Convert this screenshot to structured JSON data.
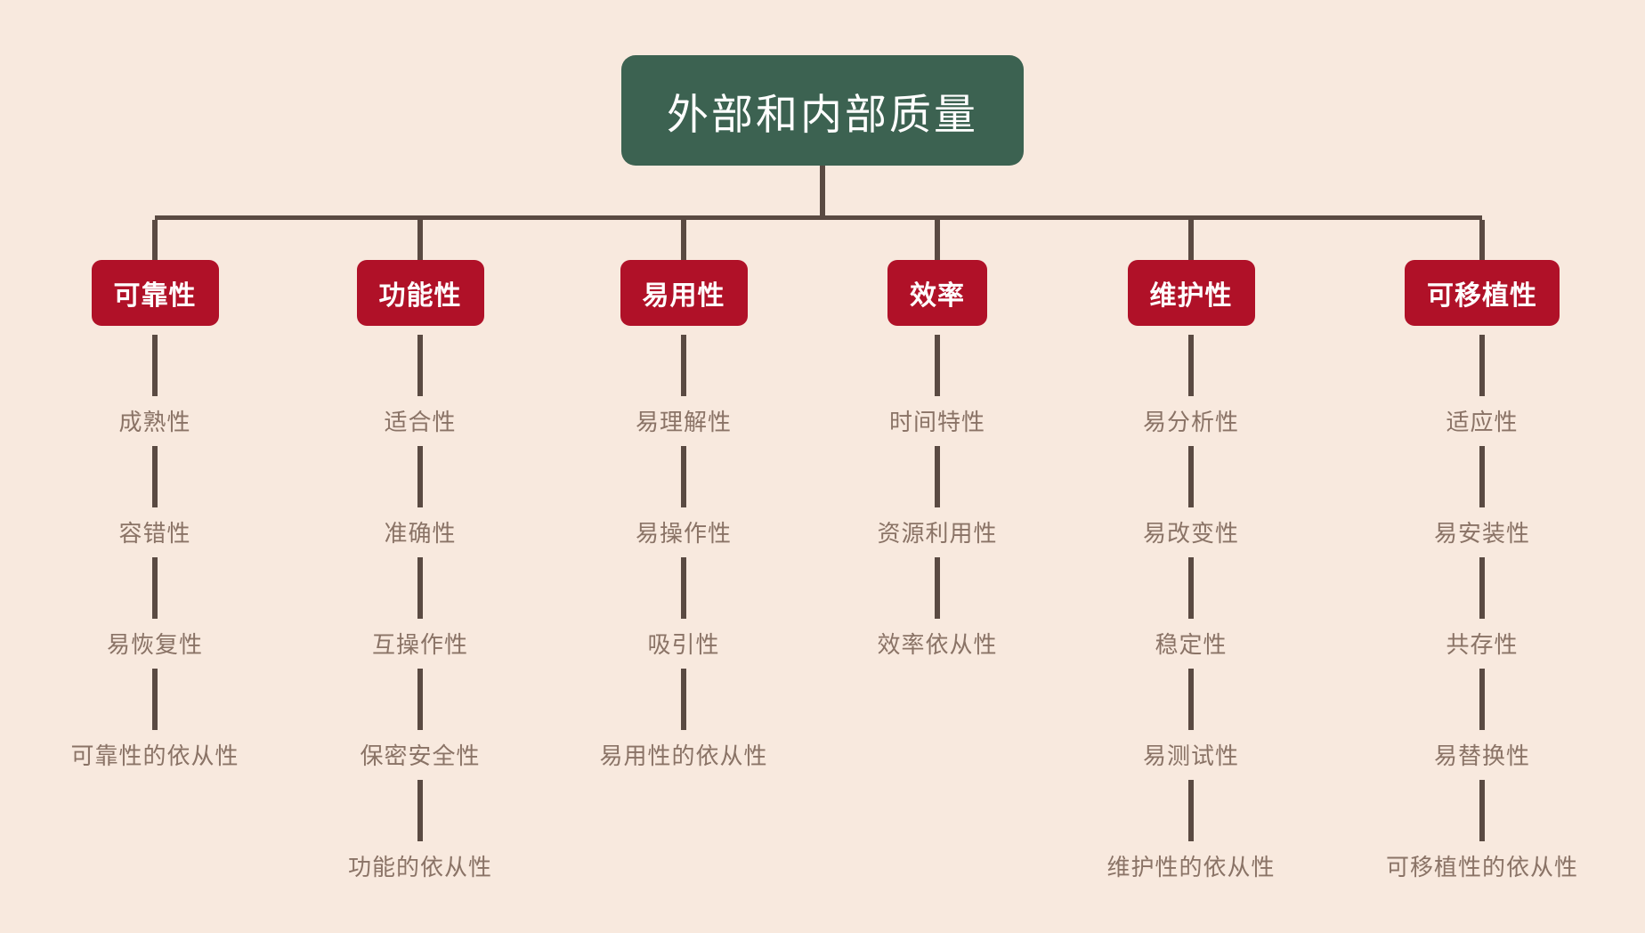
{
  "title": "外部和内部质量",
  "colors": {
    "background": "#F8E9DE",
    "root_node": "#3C6251",
    "category_node": "#B01128",
    "connector": "#5A4A42",
    "node_text": "#FFFFFF",
    "leaf_text": "#8A7366"
  },
  "columns": [
    {
      "label": "可靠性",
      "children": [
        "成熟性",
        "容错性",
        "易恢复性",
        "可靠性的依从性"
      ]
    },
    {
      "label": "功能性",
      "children": [
        "适合性",
        "准确性",
        "互操作性",
        "保密安全性",
        "功能的依从性"
      ]
    },
    {
      "label": "易用性",
      "children": [
        "易理解性",
        "易操作性",
        "吸引性",
        "易用性的依从性"
      ]
    },
    {
      "label": "效率",
      "children": [
        "时间特性",
        "资源利用性",
        "效率依从性"
      ]
    },
    {
      "label": "维护性",
      "children": [
        "易分析性",
        "易改变性",
        "稳定性",
        "易测试性",
        "维护性的依从性"
      ]
    },
    {
      "label": "可移植性",
      "children": [
        "适应性",
        "易安装性",
        "共存性",
        "易替换性",
        "可移植性的依从性"
      ]
    }
  ]
}
